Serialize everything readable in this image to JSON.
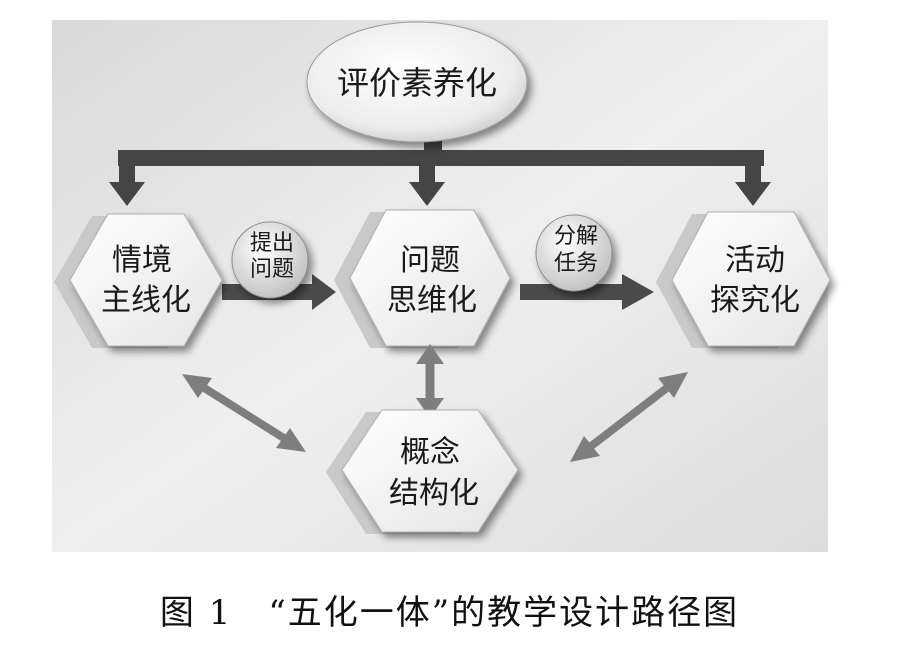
{
  "nodes": {
    "top": "评价素养化",
    "left": [
      "情境",
      "主线化"
    ],
    "center": [
      "问题",
      "思维化"
    ],
    "right": [
      "活动",
      "探究化"
    ],
    "bottom": [
      "概念",
      "结构化"
    ]
  },
  "labels": {
    "left_to_center": [
      "提出",
      "问题"
    ],
    "center_to_right": [
      "分解",
      "任务"
    ]
  },
  "caption": "图 1　“五化一体”的教学设计路径图"
}
